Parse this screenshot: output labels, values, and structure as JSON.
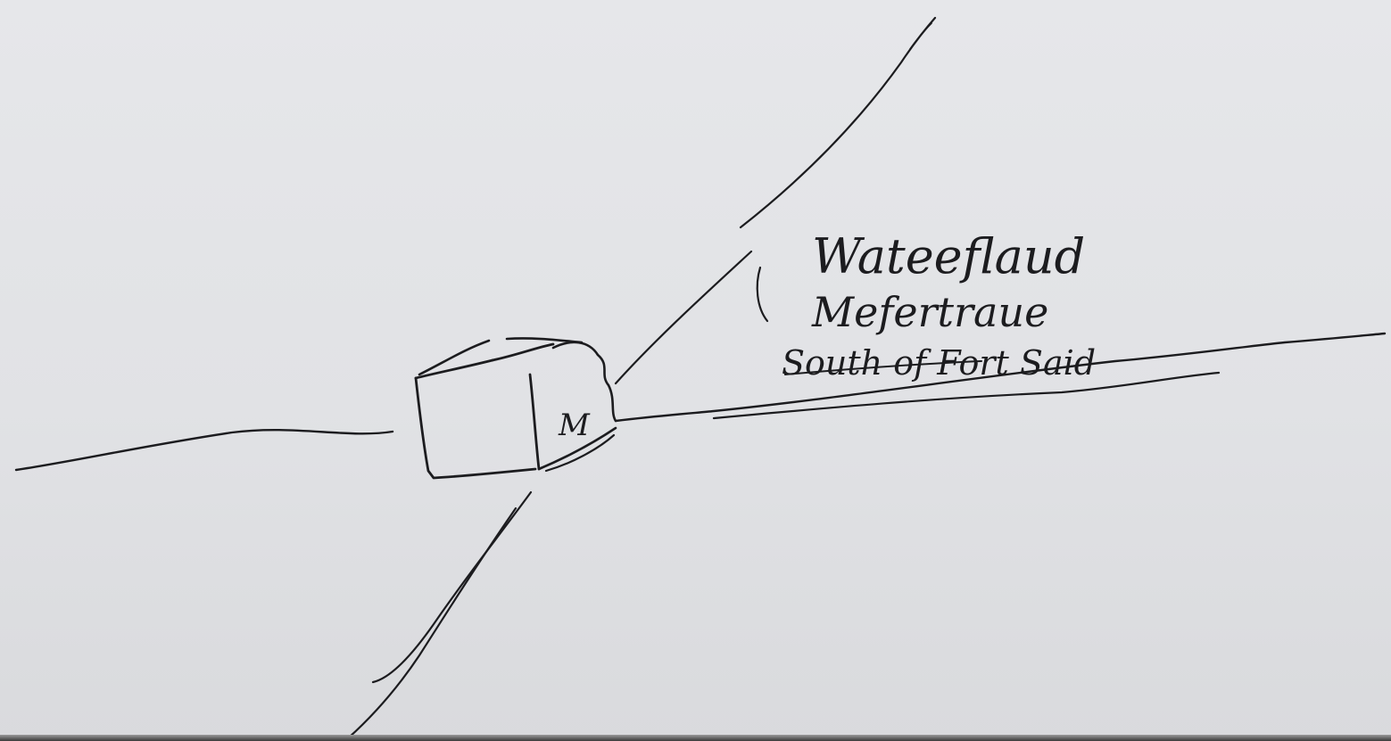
{
  "sketch": {
    "label_line_1": "Wateeflaud",
    "label_line_2": "Mefertraue",
    "label_line_3": "South of Fort Said",
    "box_mark": "M"
  }
}
